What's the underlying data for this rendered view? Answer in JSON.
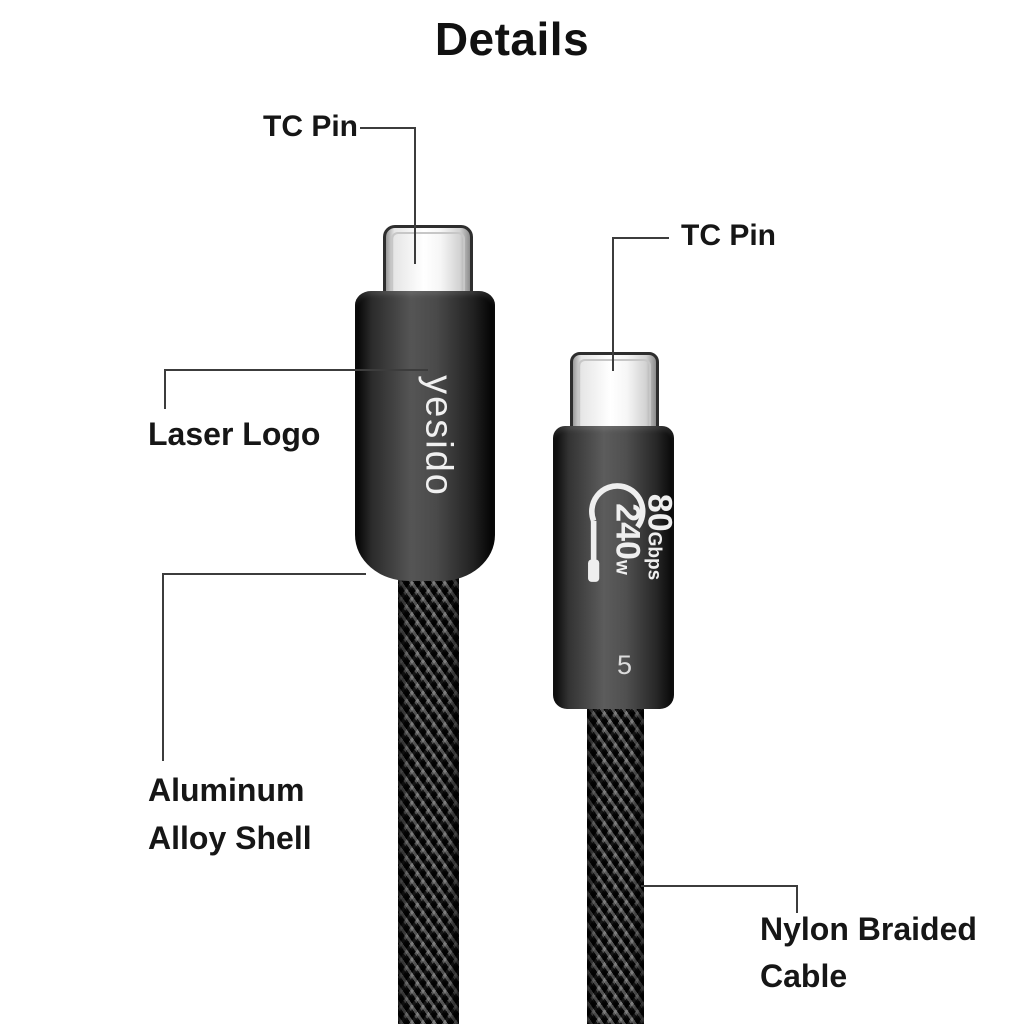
{
  "title": "Details",
  "labels": {
    "tc_pin_left": "TC Pin",
    "tc_pin_right": "TC Pin",
    "laser_logo": "Laser Logo",
    "aluminum_line1": "Aluminum",
    "aluminum_line2": "Alloy Shell",
    "nylon_line1": "Nylon Braided",
    "nylon_line2": "Cable"
  },
  "connector_left": {
    "logo": "yesido"
  },
  "connector_right": {
    "speed_value": "80",
    "speed_unit": "Gbps",
    "power_value": "240",
    "power_unit": "w",
    "marking": "5"
  },
  "icons": {
    "connector_print_icon": "curved-cable-with-plug"
  },
  "colors": {
    "background": "#ffffff",
    "label_text": "#161616",
    "leader_line": "#3c3c3c",
    "shell_dark": "#4a4a4a",
    "pin_silver": "#f2f2f2",
    "print_white": "#efefef",
    "cable_black": "#141414"
  }
}
